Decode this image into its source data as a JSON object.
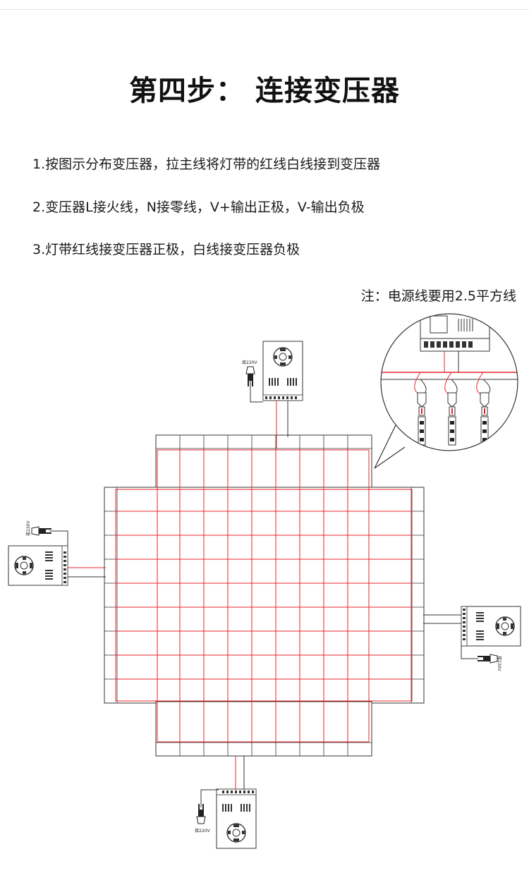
{
  "title": "第四步： 连接变压器",
  "steps": [
    "1.按图示分布变压器，拉主线将灯带的红线白线接到变压器",
    "2.变压器L接火线，N接零线，V+输出正极，V-输出负极",
    "3.灯带红线接变压器正极，白线接变压器负极"
  ],
  "note": "注：电源线要用2.5平方线",
  "plug_label": "接220V",
  "colors": {
    "wire_red": "#e8262b",
    "line": "#333333",
    "ground": "#ffffff"
  }
}
